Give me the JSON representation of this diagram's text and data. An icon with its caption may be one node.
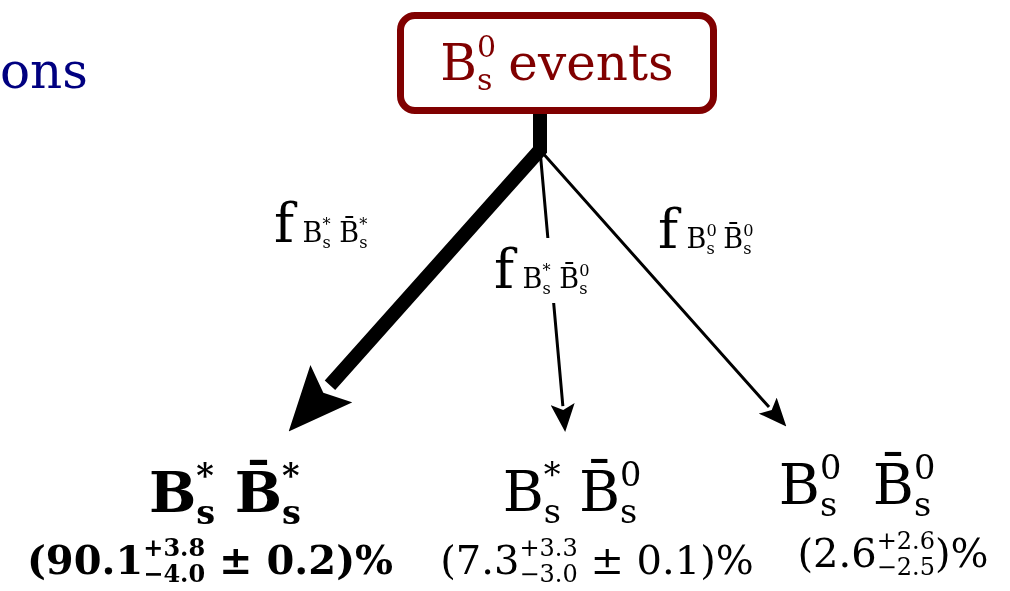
{
  "diagram": {
    "nodes": [
      {
        "text": [
          "B$^{0}$$_{s}$ events"
        ]
      },
      {
        "text": [
          "B$^{*}$$_{s}$ B̄$^{*}$$_{s}$"
        ],
        "beside": [
          "(90.1$^{+3.8}$$_{−4.0}$ ± 0.2)%"
        ]
      },
      {
        "text": [
          "B$^{*}$$_{s}$ B̄$^{0}$$_{s}$"
        ],
        "beside": [
          "(7.3$^{+3.3}$$_{−3.0}$ ± 0.1)%"
        ]
      },
      {
        "text": [
          "B$^{0}$$_{s}$  B̄$^{0}$$_{s}$"
        ],
        "beside": [
          "(2.6$^{+2.6}$$_{−2.5}$)%"
        ]
      }
    ],
    "edges": [
      {
        "from": 0,
        "to": 1,
        "arrow": "to",
        "label": "f B$^{*}$$_{s}$ B̄$^{*}$$_{s}$",
        "style": "thick"
      },
      {
        "from": 0,
        "to": 2,
        "arrow": "to",
        "label": "f B$^{*}$$_{s}$ B̄$^{0}$$_{s}$"
      },
      {
        "from": 0,
        "to": 3,
        "arrow": "to",
        "label": "f B$^{0}$$_{s}$ B̄$^{0}$$_{s}$"
      }
    ],
    "labels": [
      "ons"
    ]
  }
}
